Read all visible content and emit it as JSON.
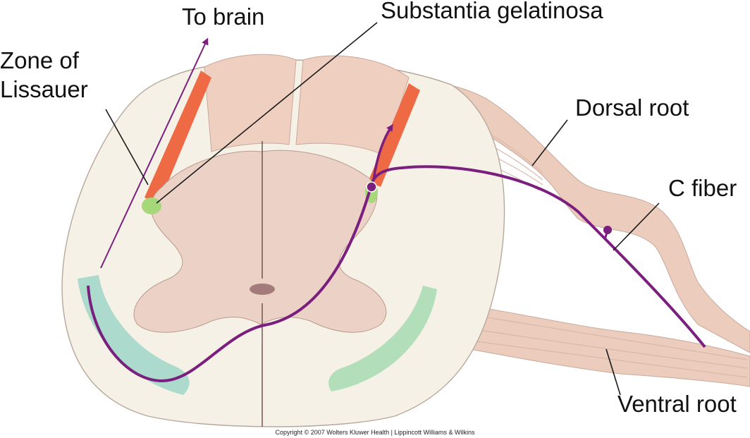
{
  "labels": {
    "to_brain": "To brain",
    "substantia_gelatinosa": "Substantia gelatinosa",
    "zone_of_lissauer_line1": "Zone of",
    "zone_of_lissauer_line2": "Lissauer",
    "dorsal_root": "Dorsal root",
    "c_fiber": "C fiber",
    "ventral_root": "Ventral root"
  },
  "copyright": "Copyright © 2007 Wolters Kluwer Health | Lippincott Williams & Wilkins",
  "colors": {
    "fiber": "#7b1f7e",
    "white_matter": "#f6f1e6",
    "gray_matter": "#ecd2c6",
    "dorsal_column": "#efcfc0",
    "lissauer_zone": "#ee6a45",
    "substantia_gelatinosa": "#a7d77b",
    "spinothalamic_tract": "#9fd6c8",
    "root": "#eccdbd",
    "outline": "#6b4a4a"
  }
}
